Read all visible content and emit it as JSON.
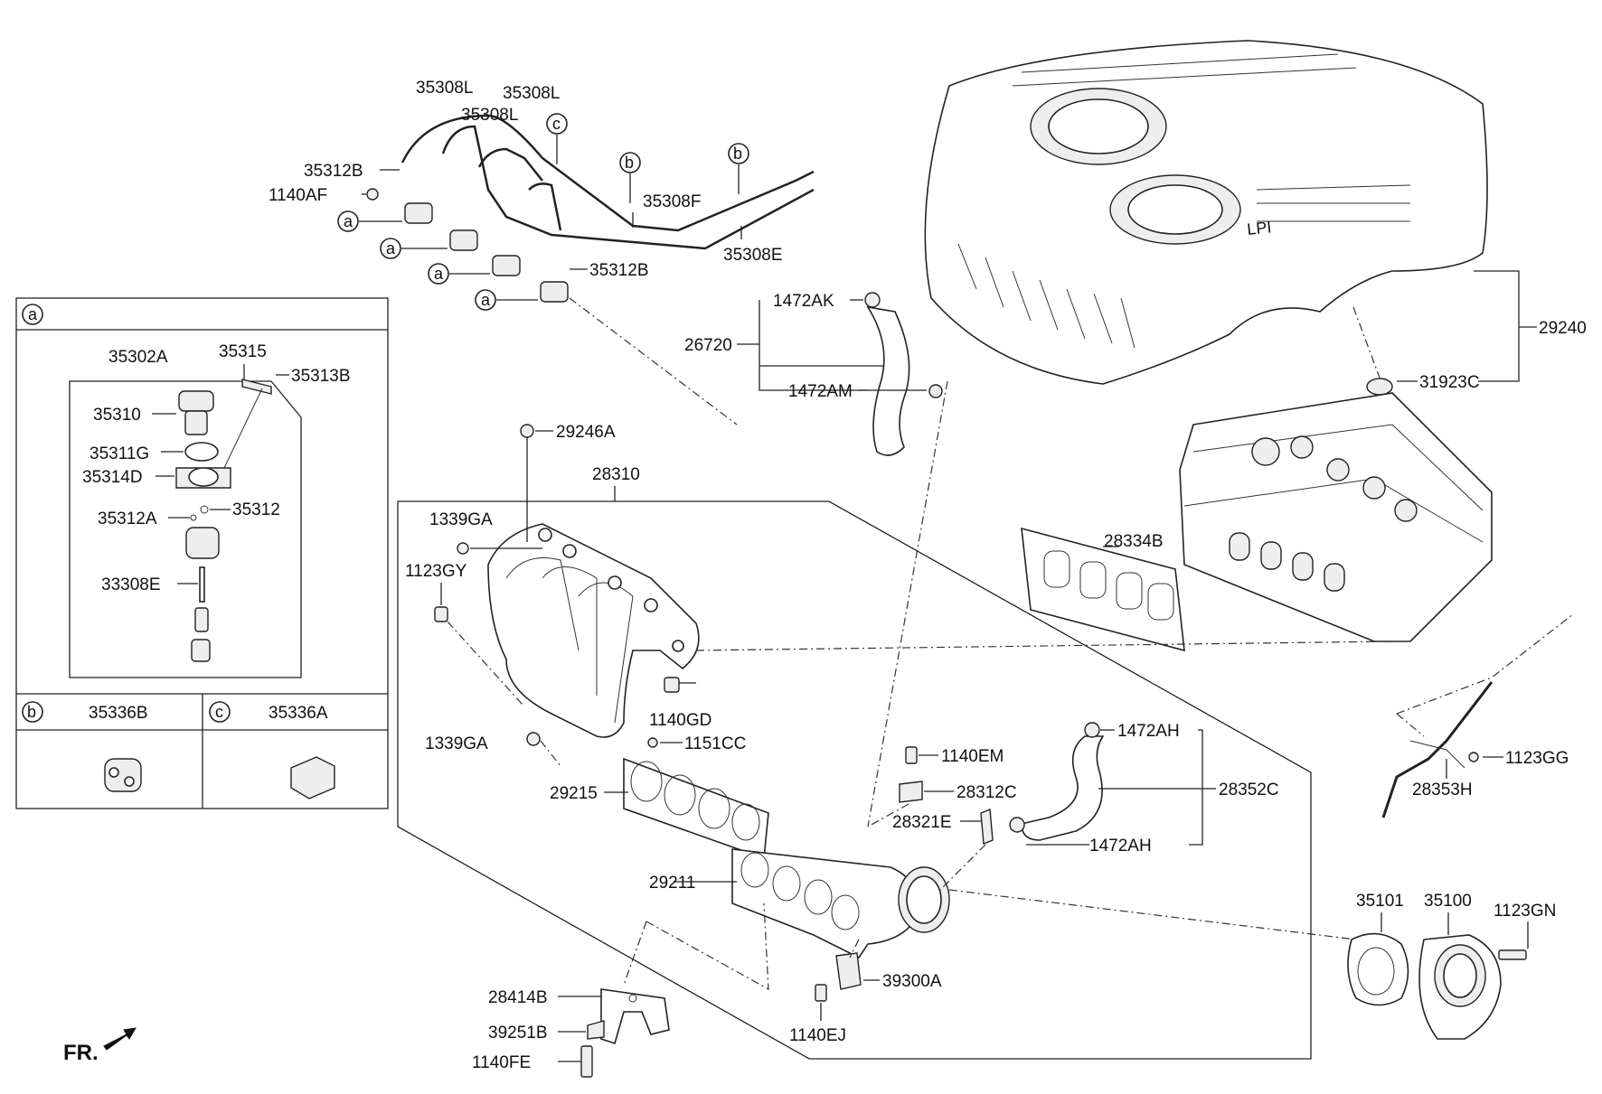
{
  "markers": {
    "a": "a",
    "b": "b",
    "c": "c"
  },
  "inset": {
    "a": {
      "marker": "a",
      "labels": [
        "35302A",
        "35315",
        "35313B",
        "35310",
        "35311G",
        "35314D",
        "35312",
        "35312A",
        "33308E"
      ]
    },
    "b": {
      "marker": "b",
      "label": "35336B"
    },
    "c": {
      "marker": "c",
      "label": "35336A"
    }
  },
  "fuel_rail": [
    "35308L",
    "35308L",
    "35308L",
    "35312B",
    "1140AF",
    "35308F",
    "35308E",
    "35312B"
  ],
  "breather": [
    "1472AK",
    "26720",
    "1472AM"
  ],
  "cover": [
    "29240",
    "31923C"
  ],
  "manifold": [
    "29246A",
    "28310",
    "1339GA",
    "1123GY",
    "1140GD",
    "1339GA",
    "1151CC",
    "29215",
    "29211",
    "28414B",
    "39251B",
    "1140FE"
  ],
  "head": [
    "28334B",
    "1123GG",
    "28353H"
  ],
  "sensors": [
    "1140EM",
    "28312C",
    "28321E",
    "1472AH",
    "28352C",
    "1472AH",
    "39300A",
    "1140EJ"
  ],
  "throttle": [
    "35101",
    "35100",
    "1123GN"
  ],
  "front_label": "FR."
}
